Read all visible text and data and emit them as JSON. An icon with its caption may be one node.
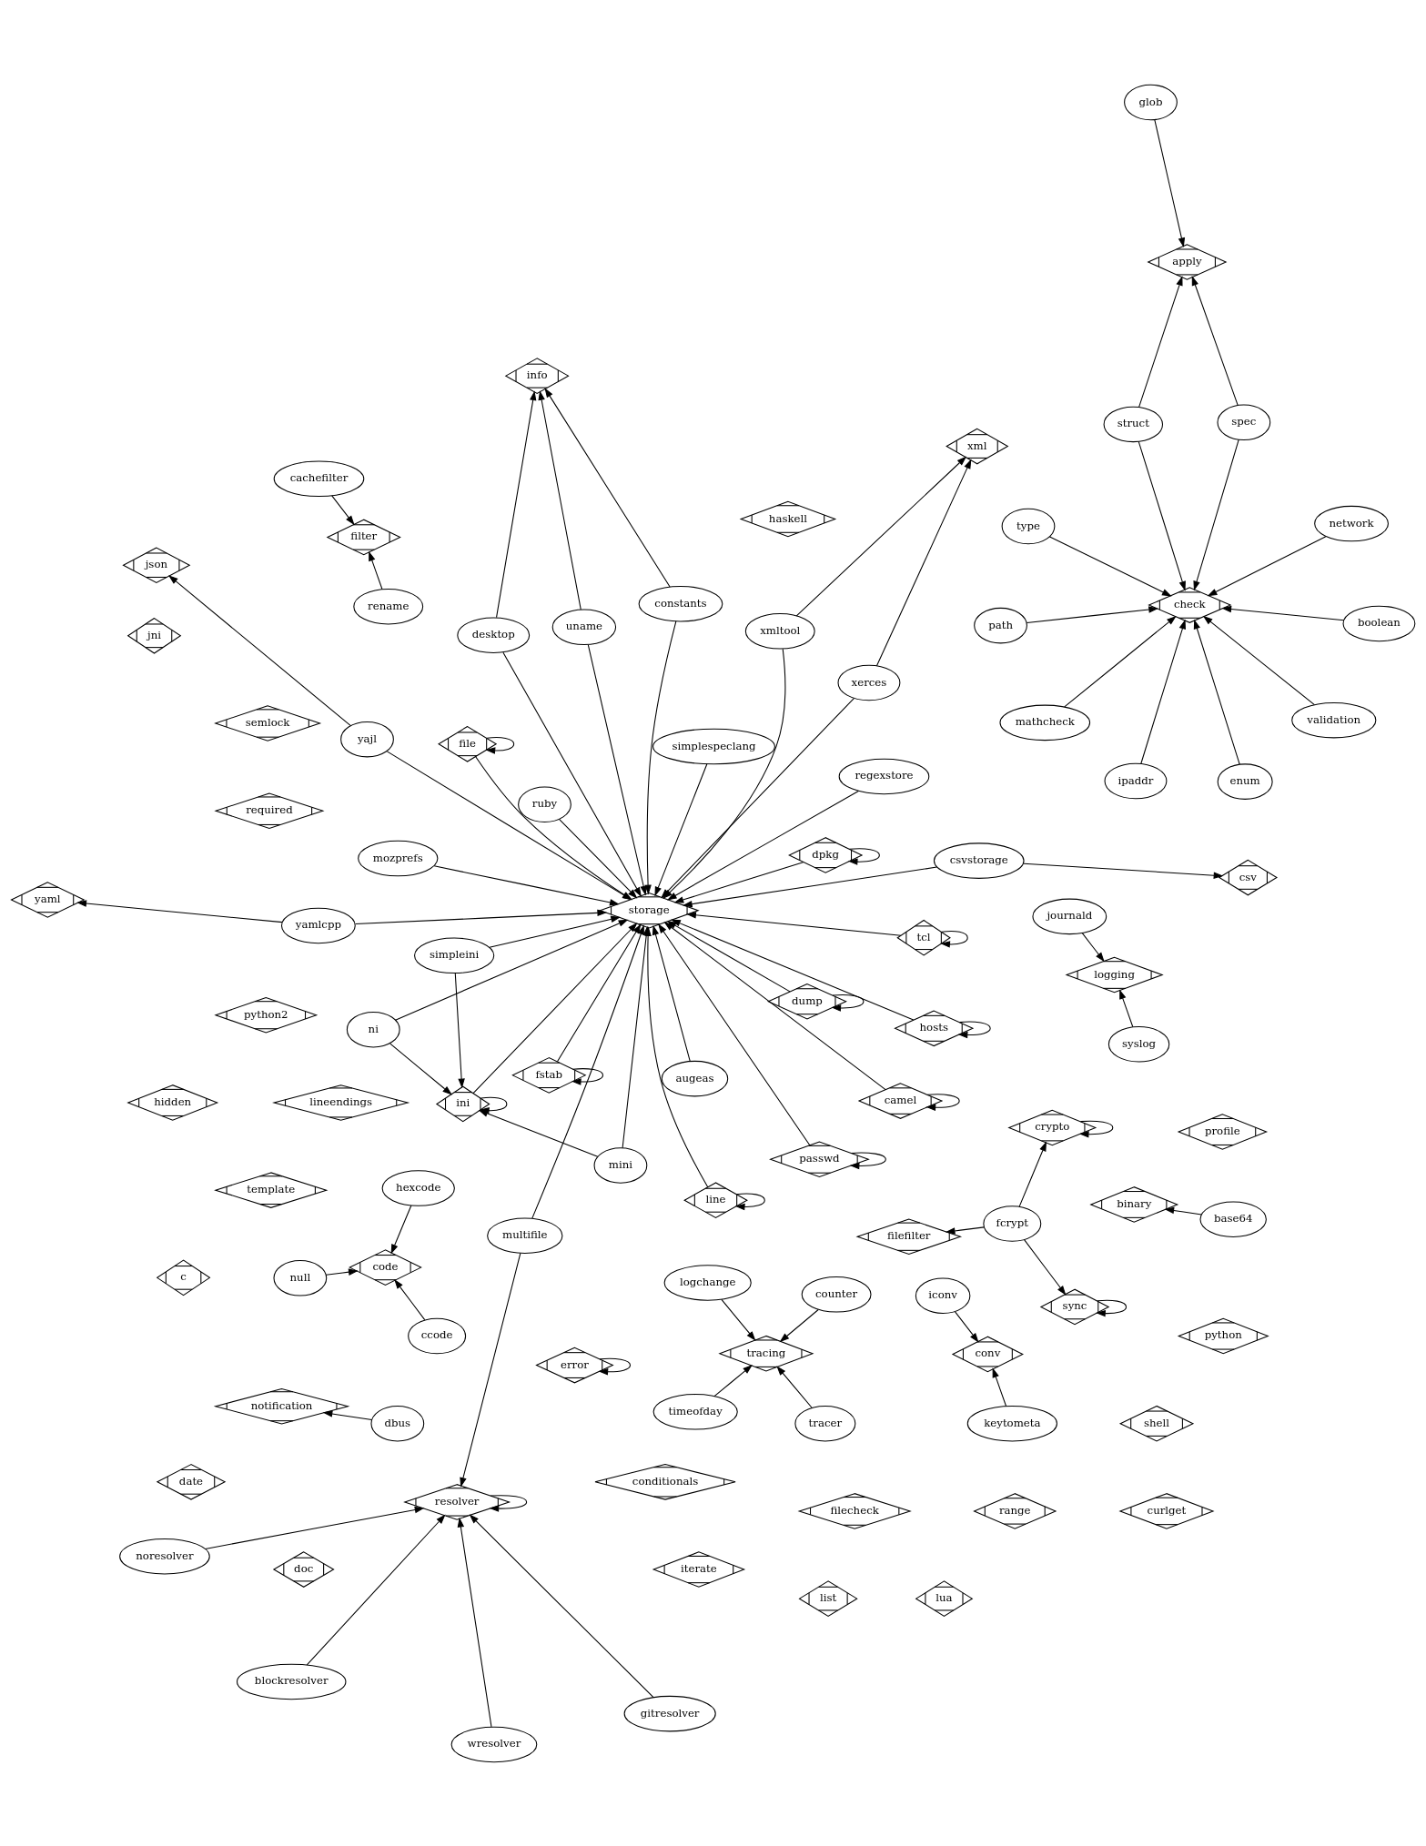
{
  "diagram": {
    "nodes": [
      {
        "text": [
          "blockresolver"
        ]
      },
      {
        "text": [
          "gitresolver"
        ]
      },
      {
        "text": [
          "wresolver"
        ]
      },
      {
        "text": [
          "noresolver"
        ]
      },
      {
        "text": [
          "journald"
        ]
      },
      {
        "text": [
          "template"
        ]
      },
      {
        "text": [
          "iconv"
        ]
      },
      {
        "text": [
          "logging"
        ]
      },
      {
        "text": [
          "resolver"
        ]
      },
      {
        "text": [
          "python2"
        ]
      },
      {
        "text": [
          "conv"
        ]
      },
      {
        "text": [
          "null"
        ]
      },
      {
        "text": [
          "syslog"
        ]
      },
      {
        "text": [
          "range"
        ]
      },
      {
        "text": [
          "code"
        ]
      },
      {
        "text": [
          "ccode"
        ]
      },
      {
        "text": [
          "keytometa"
        ]
      },
      {
        "text": [
          "notification"
        ]
      },
      {
        "text": [
          "timeofday"
        ]
      },
      {
        "text": [
          "tracer"
        ]
      },
      {
        "text": [
          "dbus"
        ]
      },
      {
        "text": [
          "hexcode"
        ]
      },
      {
        "text": [
          "tracing"
        ]
      },
      {
        "text": [
          "filecheck"
        ]
      },
      {
        "text": [
          "filefilter"
        ]
      },
      {
        "text": [
          "glob"
        ]
      },
      {
        "text": [
          "lineendings"
        ]
      },
      {
        "text": [
          "c"
        ]
      },
      {
        "text": [
          "logchange"
        ]
      },
      {
        "text": [
          "counter"
        ]
      },
      {
        "text": [
          "fcrypt"
        ]
      },
      {
        "text": [
          "error"
        ]
      },
      {
        "text": [
          "sync"
        ]
      },
      {
        "text": [
          "crypto"
        ]
      },
      {
        "text": [
          "apply"
        ]
      },
      {
        "text": [
          "curlget"
        ]
      },
      {
        "text": [
          "ipaddr"
        ]
      },
      {
        "text": [
          "multifile"
        ]
      },
      {
        "text": [
          "date"
        ]
      },
      {
        "text": [
          "yaml"
        ]
      },
      {
        "text": [
          "struct"
        ]
      },
      {
        "text": [
          "spec"
        ]
      },
      {
        "text": [
          "type"
        ]
      },
      {
        "text": [
          "binary"
        ]
      },
      {
        "text": [
          "base64"
        ]
      },
      {
        "text": [
          "check"
        ]
      },
      {
        "text": [
          "camel"
        ]
      },
      {
        "text": [
          "fstab"
        ]
      },
      {
        "text": [
          "boolean"
        ]
      },
      {
        "text": [
          "mathcheck"
        ]
      },
      {
        "text": [
          "enum"
        ]
      },
      {
        "text": [
          "line"
        ]
      },
      {
        "text": [
          "augeas"
        ]
      },
      {
        "text": [
          "shell"
        ]
      },
      {
        "text": [
          "yamlcpp"
        ]
      },
      {
        "text": [
          "tcl"
        ]
      },
      {
        "text": [
          "validation"
        ]
      },
      {
        "text": [
          "path"
        ]
      },
      {
        "text": [
          "dpkg"
        ]
      },
      {
        "text": [
          "network"
        ]
      },
      {
        "text": [
          "file"
        ]
      },
      {
        "text": [
          "iterate"
        ]
      },
      {
        "text": [
          "python"
        ]
      },
      {
        "text": [
          "dump"
        ]
      },
      {
        "text": [
          "passwd"
        ]
      },
      {
        "text": [
          "profile"
        ]
      },
      {
        "text": [
          "json"
        ]
      },
      {
        "text": [
          "yajl"
        ]
      },
      {
        "text": [
          "mozprefs"
        ]
      },
      {
        "text": [
          "storage"
        ]
      },
      {
        "text": [
          "jni"
        ]
      },
      {
        "text": [
          "xmltool"
        ]
      },
      {
        "text": [
          "simplespeclang"
        ]
      },
      {
        "text": [
          "cachefilter"
        ]
      },
      {
        "text": [
          "regexstore"
        ]
      },
      {
        "text": [
          "filter"
        ]
      },
      {
        "text": [
          "xerces"
        ]
      },
      {
        "text": [
          "mini"
        ]
      },
      {
        "text": [
          "xml"
        ]
      },
      {
        "text": [
          "ni"
        ]
      },
      {
        "text": [
          "desktop"
        ]
      },
      {
        "text": [
          "hosts"
        ]
      },
      {
        "text": [
          "rename"
        ]
      },
      {
        "text": [
          "haskell"
        ]
      },
      {
        "text": [
          "simpleini"
        ]
      },
      {
        "text": [
          "semlock"
        ]
      },
      {
        "text": [
          "uname"
        ]
      },
      {
        "text": [
          "ini"
        ]
      },
      {
        "text": [
          "ruby"
        ]
      },
      {
        "text": [
          "conditionals"
        ]
      },
      {
        "text": [
          "required"
        ]
      },
      {
        "text": [
          "doc"
        ]
      },
      {
        "text": [
          "hidden"
        ]
      },
      {
        "text": [
          "constants"
        ]
      },
      {
        "text": [
          "list"
        ]
      },
      {
        "text": [
          "csvstorage"
        ]
      },
      {
        "text": [
          "lua"
        ]
      },
      {
        "text": [
          "info"
        ]
      },
      {
        "text": [
          "csv"
        ]
      }
    ],
    "edges": [
      {
        "from": 0,
        "to": 8,
        "arrow": "to"
      },
      {
        "from": 1,
        "to": 8,
        "arrow": "to"
      },
      {
        "from": 2,
        "to": 8,
        "arrow": "to"
      },
      {
        "from": 3,
        "to": 8,
        "arrow": "to"
      },
      {
        "from": 8,
        "to": 8,
        "arrow": "to"
      },
      {
        "from": 37,
        "to": 8,
        "arrow": "to"
      },
      {
        "from": 4,
        "to": 7,
        "arrow": "to"
      },
      {
        "from": 12,
        "to": 7,
        "arrow": "to"
      },
      {
        "from": 6,
        "to": 10,
        "arrow": "to"
      },
      {
        "from": 16,
        "to": 10,
        "arrow": "to"
      },
      {
        "from": 11,
        "to": 14,
        "arrow": "to"
      },
      {
        "from": 15,
        "to": 14,
        "arrow": "to"
      },
      {
        "from": 21,
        "to": 14,
        "arrow": "to"
      },
      {
        "from": 20,
        "to": 17,
        "arrow": "to"
      },
      {
        "from": 18,
        "to": 22,
        "arrow": "to"
      },
      {
        "from": 19,
        "to": 22,
        "arrow": "to"
      },
      {
        "from": 28,
        "to": 22,
        "arrow": "to"
      },
      {
        "from": 29,
        "to": 22,
        "arrow": "to"
      },
      {
        "from": 30,
        "to": 24,
        "arrow": "to"
      },
      {
        "from": 30,
        "to": 33,
        "arrow": "to"
      },
      {
        "from": 30,
        "to": 32,
        "arrow": "to"
      },
      {
        "from": 33,
        "to": 33,
        "arrow": "to"
      },
      {
        "from": 32,
        "to": 32,
        "arrow": "to"
      },
      {
        "from": 31,
        "to": 31,
        "arrow": "to"
      },
      {
        "from": 25,
        "to": 34,
        "arrow": "to"
      },
      {
        "from": 40,
        "to": 34,
        "arrow": "to"
      },
      {
        "from": 41,
        "to": 34,
        "arrow": "to"
      },
      {
        "from": 36,
        "to": 45,
        "arrow": "to"
      },
      {
        "from": 40,
        "to": 45,
        "arrow": "to"
      },
      {
        "from": 41,
        "to": 45,
        "arrow": "to"
      },
      {
        "from": 42,
        "to": 45,
        "arrow": "to"
      },
      {
        "from": 48,
        "to": 45,
        "arrow": "to"
      },
      {
        "from": 49,
        "to": 45,
        "arrow": "to"
      },
      {
        "from": 50,
        "to": 45,
        "arrow": "to"
      },
      {
        "from": 57,
        "to": 45,
        "arrow": "to"
      },
      {
        "from": 56,
        "to": 45,
        "arrow": "to"
      },
      {
        "from": 59,
        "to": 45,
        "arrow": "to"
      },
      {
        "from": 44,
        "to": 43,
        "arrow": "to"
      },
      {
        "from": 54,
        "to": 39,
        "arrow": "to"
      },
      {
        "from": 54,
        "to": 69,
        "arrow": "to"
      },
      {
        "from": 47,
        "to": 47,
        "arrow": "to"
      },
      {
        "from": 47,
        "to": 69,
        "arrow": "to"
      },
      {
        "from": 46,
        "to": 46,
        "arrow": "to"
      },
      {
        "from": 46,
        "to": 69,
        "arrow": "to"
      },
      {
        "from": 51,
        "to": 51,
        "arrow": "to"
      },
      {
        "from": 51,
        "to": 69,
        "arrow": "to"
      },
      {
        "from": 55,
        "to": 55,
        "arrow": "to"
      },
      {
        "from": 55,
        "to": 69,
        "arrow": "to"
      },
      {
        "from": 52,
        "to": 69,
        "arrow": "to"
      },
      {
        "from": 58,
        "to": 58,
        "arrow": "to"
      },
      {
        "from": 58,
        "to": 69,
        "arrow": "to"
      },
      {
        "from": 60,
        "to": 60,
        "arrow": "to"
      },
      {
        "from": 60,
        "to": 69,
        "arrow": "to"
      },
      {
        "from": 63,
        "to": 63,
        "arrow": "to"
      },
      {
        "from": 63,
        "to": 69,
        "arrow": "to"
      },
      {
        "from": 64,
        "to": 64,
        "arrow": "to"
      },
      {
        "from": 64,
        "to": 69,
        "arrow": "to"
      },
      {
        "from": 37,
        "to": 69,
        "arrow": "to"
      },
      {
        "from": 68,
        "to": 69,
        "arrow": "to"
      },
      {
        "from": 67,
        "to": 69,
        "arrow": "to"
      },
      {
        "from": 67,
        "to": 66,
        "arrow": "to"
      },
      {
        "from": 72,
        "to": 69,
        "arrow": "to"
      },
      {
        "from": 71,
        "to": 69,
        "arrow": "to"
      },
      {
        "from": 71,
        "to": 78,
        "arrow": "to"
      },
      {
        "from": 76,
        "to": 69,
        "arrow": "to"
      },
      {
        "from": 76,
        "to": 78,
        "arrow": "to"
      },
      {
        "from": 74,
        "to": 69,
        "arrow": "to"
      },
      {
        "from": 77,
        "to": 69,
        "arrow": "to"
      },
      {
        "from": 77,
        "to": 87,
        "arrow": "to"
      },
      {
        "from": 84,
        "to": 69,
        "arrow": "to"
      },
      {
        "from": 84,
        "to": 87,
        "arrow": "to"
      },
      {
        "from": 87,
        "to": 69,
        "arrow": "to"
      },
      {
        "from": 87,
        "to": 87,
        "arrow": "to"
      },
      {
        "from": 79,
        "to": 69,
        "arrow": "to"
      },
      {
        "from": 79,
        "to": 87,
        "arrow": "to"
      },
      {
        "from": 88,
        "to": 69,
        "arrow": "to"
      },
      {
        "from": 81,
        "to": 69,
        "arrow": "to"
      },
      {
        "from": 81,
        "to": 81,
        "arrow": "to"
      },
      {
        "from": 80,
        "to": 69,
        "arrow": "to"
      },
      {
        "from": 80,
        "to": 97,
        "arrow": "to"
      },
      {
        "from": 86,
        "to": 69,
        "arrow": "to"
      },
      {
        "from": 86,
        "to": 97,
        "arrow": "to"
      },
      {
        "from": 93,
        "to": 69,
        "arrow": "to"
      },
      {
        "from": 93,
        "to": 97,
        "arrow": "to"
      },
      {
        "from": 95,
        "to": 69,
        "arrow": "to"
      },
      {
        "from": 95,
        "to": 98,
        "arrow": "to"
      },
      {
        "from": 73,
        "to": 75,
        "arrow": "to"
      },
      {
        "from": 82,
        "to": 75,
        "arrow": "to"
      }
    ]
  }
}
